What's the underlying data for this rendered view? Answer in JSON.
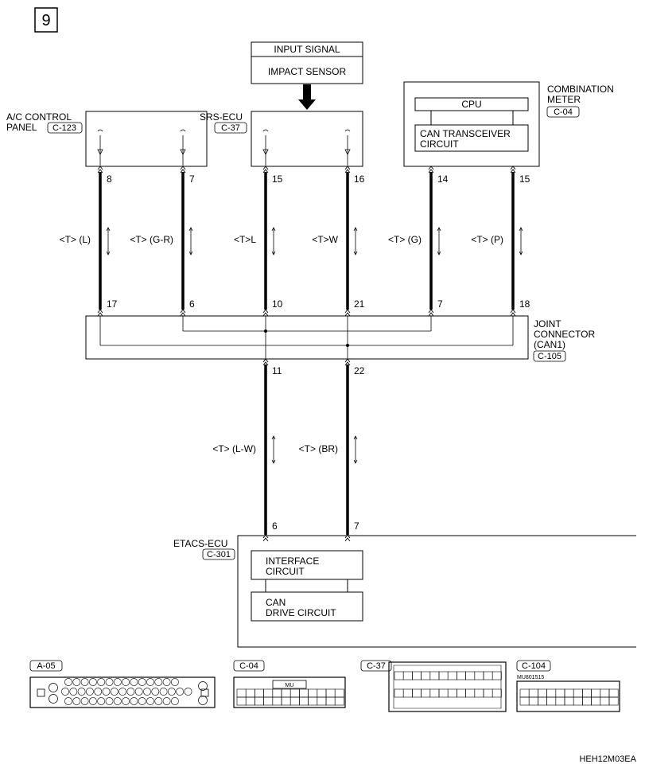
{
  "page_number": "9",
  "input_signal": {
    "title": "INPUT SIGNAL",
    "body": "IMPACT SENSOR"
  },
  "ac_panel": {
    "name_line1": "A/C CONTROL",
    "name_line2": "PANEL",
    "connector": "C-123"
  },
  "srs_ecu": {
    "name": "SRS-ECU",
    "connector": "C-37"
  },
  "combination_meter": {
    "name_line1": "COMBINATION",
    "name_line2": "METER",
    "connector": "C-04",
    "cpu": "CPU",
    "transceiver_line1": "CAN TRANSCEIVER",
    "transceiver_line2": "CIRCUIT"
  },
  "top_wires": [
    {
      "top_pin": "8",
      "label": "<T> (L)",
      "bottom_pin": "17"
    },
    {
      "top_pin": "7",
      "label": "<T> (G-R)",
      "bottom_pin": "6"
    },
    {
      "top_pin": "15",
      "label": "<T>L",
      "bottom_pin": "10"
    },
    {
      "top_pin": "16",
      "label": "<T>W",
      "bottom_pin": "21"
    },
    {
      "top_pin": "14",
      "label": "<T> (G)",
      "bottom_pin": "7"
    },
    {
      "top_pin": "15",
      "label": "<T> (P)",
      "bottom_pin": "18"
    }
  ],
  "joint_connector": {
    "line1": "JOINT",
    "line2": "CONNECTOR",
    "line3": "(CAN1)",
    "connector": "C-105"
  },
  "lower_wires": [
    {
      "top_pin": "11",
      "label": "<T> (L-W)",
      "bottom_pin": "6"
    },
    {
      "top_pin": "22",
      "label": "<T> (BR)",
      "bottom_pin": "7"
    }
  ],
  "etacs": {
    "name": "ETACS-ECU",
    "connector": "C-301",
    "interface_line1": "INTERFACE",
    "interface_line2": "CIRCUIT",
    "can_line1": "CAN",
    "can_line2": "DRIVE CIRCUIT"
  },
  "connectors": [
    {
      "id": "A-05"
    },
    {
      "id": "C-04",
      "tag": "MU"
    },
    {
      "id": "C-37"
    },
    {
      "id": "C-104",
      "part": "MU801515"
    }
  ],
  "figure_code": "HEH12M03EA",
  "colors": {
    "line": "#000000",
    "background": "#ffffff"
  }
}
